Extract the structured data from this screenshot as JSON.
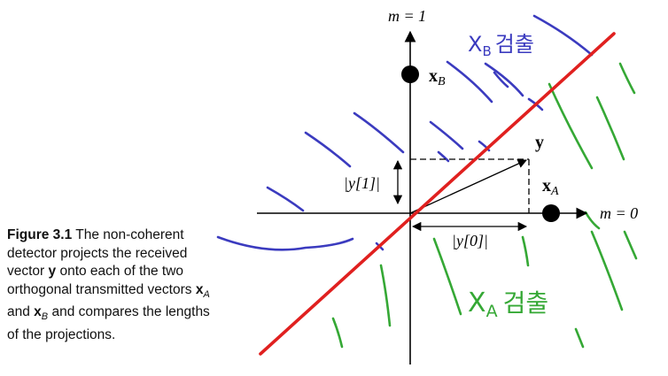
{
  "diagram": {
    "axis_m1_label": "m = 1",
    "axis_m0_label": "m = 0",
    "point_xB_label": "x",
    "point_xB_sub": "B",
    "point_xA_label": "x",
    "point_xA_sub": "A",
    "vector_label": "y",
    "proj_y1_label": "|y[1]|",
    "proj_y0_label": "|y[0]|",
    "region_B_label": "X",
    "region_B_sub": "B",
    "region_B_korean": "검출",
    "region_A_label": "X",
    "region_A_sub": "A",
    "region_A_korean": "검출",
    "colors": {
      "decision_line": "#e0201f",
      "region_B_hatch": "#3b3bbf",
      "region_A_hatch": "#35a835",
      "axes": "#000000"
    }
  },
  "caption": {
    "label": "Figure 3.1",
    "t1": " The non-coherent detector projects the received vector ",
    "y": "y",
    "t2": " onto each of the two orthogonal transmitted vectors ",
    "xA": "x",
    "xA_sub": "A",
    "and": " and ",
    "xB": "x",
    "xB_sub": "B",
    "t3": " and compares the lengths of the projections."
  }
}
